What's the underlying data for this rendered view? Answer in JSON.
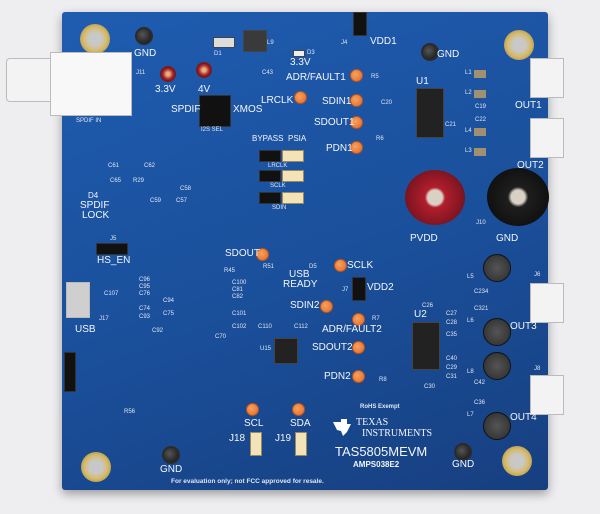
{
  "board": {
    "name": "TAS5805MEVM",
    "revision": "AMPS038E2",
    "brand": "Texas Instruments",
    "brand_line1": "TEXAS",
    "brand_line2": "INSTRUMENTS",
    "rohs": "RoHS Exempt",
    "disclaimer": "For evaluation only; not FCC approved for resale.",
    "color": "#1d4f9c"
  },
  "labels": {
    "gnd": "GND",
    "v33": "3.3V",
    "v4": "4V",
    "spdif": "SPDIF",
    "xmos": "XMOS",
    "i2s_sel": "I2S SEL",
    "spdif_in": "SPDIF IN",
    "j11": "J11",
    "d1": "D1",
    "l9": "L9",
    "d3": "D3",
    "d3_v": "3.3V",
    "c43": "C43",
    "adr_fault1": "ADR/FAULT1",
    "r5": "R5",
    "lrclk": "LRCLK",
    "sdin1": "SDIN1",
    "sdout1": "SDOUT1",
    "pdn1": "PDN1",
    "r6": "R6",
    "bypass": "BYPASS",
    "psia": "PSIA",
    "jp_lrclk": "LRCLK",
    "jp_sclk": "SCLK",
    "jp_sdin": "SDIN",
    "j4": "J4",
    "vdd1": "VDD1",
    "u1": "U1",
    "out1": "OUT1",
    "out2": "OUT2",
    "pvdd": "PVDD",
    "j10": "J10",
    "d4": "D4",
    "spdif_lock_1": "SPDIF",
    "spdif_lock_2": "LOCK",
    "j5": "J5",
    "hs_en": "HS_EN",
    "sdout": "SDOUT",
    "sclk": "SCLK",
    "r51": "R51",
    "d5": "D5",
    "usb_ready_1": "USB",
    "usb_ready_2": "READY",
    "j7": "J7",
    "vdd2": "VDD2",
    "sdin2": "SDIN2",
    "r7": "R7",
    "adr_fault2": "ADR/FAULT2",
    "sdout2": "SDOUT2",
    "pdn2": "PDN2",
    "r8": "R8",
    "u2": "U2",
    "out3": "OUT3",
    "out4": "OUT4",
    "j6": "J6",
    "j8": "J8",
    "usb": "USB",
    "j17": "J17",
    "c107": "C107",
    "u15": "U15",
    "c110": "C110",
    "c112": "C112",
    "r56": "R56",
    "scl": "SCL",
    "sda": "SDA",
    "j18": "J18",
    "j19": "J19",
    "l5": "L5",
    "l6": "L6",
    "l7": "L7",
    "l8": "L8",
    "l1": "L1",
    "l2": "L2",
    "l3": "L3",
    "l4": "L4",
    "c20": "C20",
    "c21": "C21",
    "c19": "C19",
    "c22": "C22",
    "c100": "C100",
    "c81": "C81",
    "c82": "C82",
    "c101": "C101",
    "c102": "C102",
    "r45": "R45",
    "c96": "C96",
    "c95": "C95",
    "c76": "C76",
    "c94": "C94",
    "c74": "C74",
    "c75": "C75",
    "c93": "C93",
    "c92": "C92",
    "c70": "C70",
    "c61": "C61",
    "c62": "C62",
    "c65": "C65",
    "r29": "R29",
    "c58": "C58",
    "c59": "C59",
    "c57": "C57",
    "c234": "C234",
    "c321": "C321",
    "c36": "C36",
    "c42": "C42",
    "c26": "C26",
    "c27": "C27",
    "c28": "C28",
    "c35": "C35",
    "c40": "C40",
    "c29": "C29",
    "c31": "C31",
    "c30": "C30"
  }
}
